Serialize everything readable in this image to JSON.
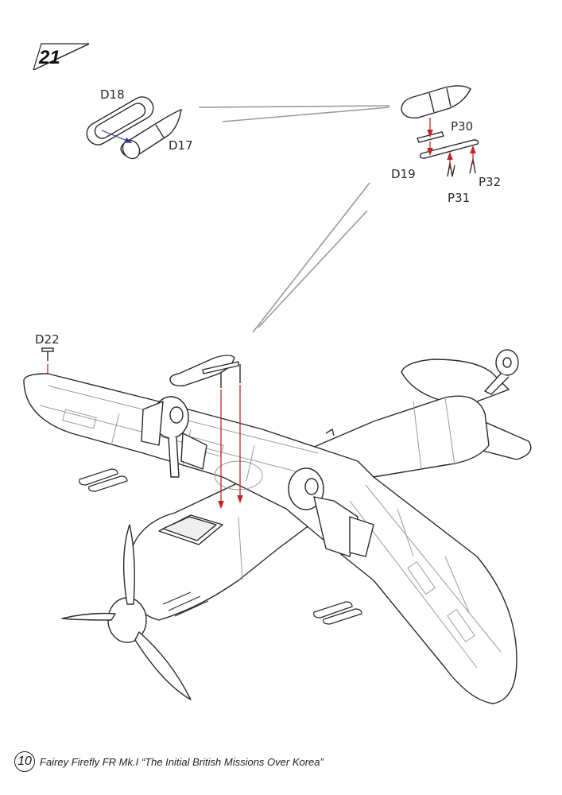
{
  "step": {
    "number": "21"
  },
  "labels": {
    "d18": "D18",
    "d17": "D17",
    "p30": "P30",
    "d19": "D19",
    "p31": "P31",
    "p32": "P32",
    "d22": "D22"
  },
  "footer": {
    "page_number": "10",
    "caption": "Fairey Firefly FR Mk.I “The Initial British Missions Over Korea”"
  },
  "colors": {
    "line": "#2a2a2a",
    "guide": "#9a9a9a",
    "arrow_red": "#c0262b",
    "arrow_blue": "#2c3f8f",
    "panel": "#cfcfcf"
  }
}
